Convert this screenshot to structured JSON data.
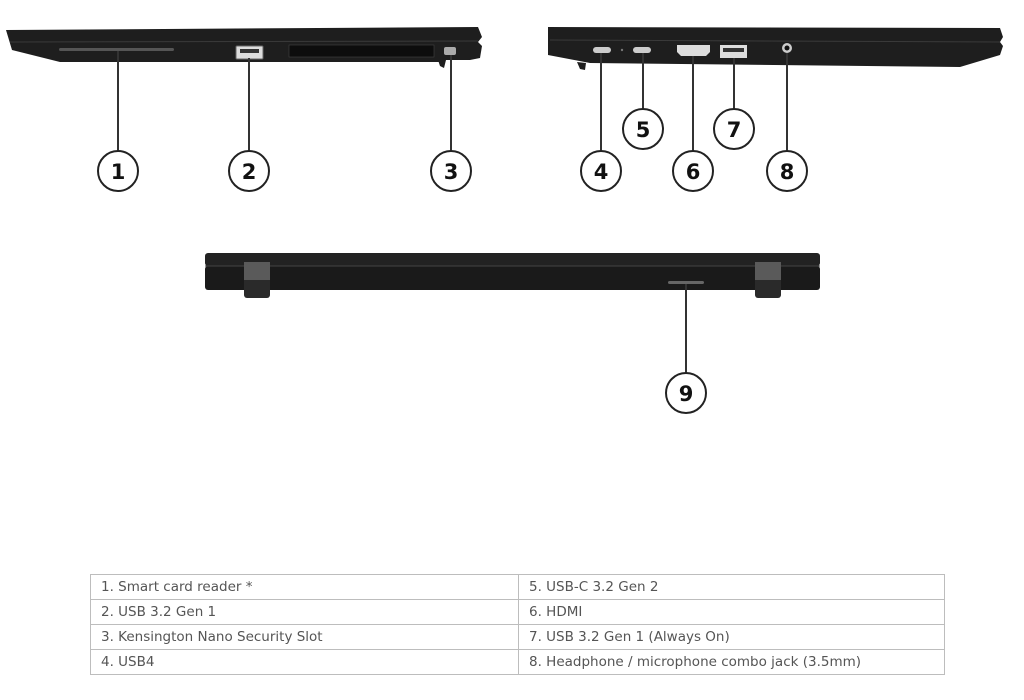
{
  "views": {
    "left_side": {
      "callouts": [
        "1",
        "2",
        "3"
      ]
    },
    "right_side": {
      "callouts": [
        "4",
        "5",
        "6",
        "7",
        "8"
      ]
    },
    "rear": {
      "callouts": [
        "9"
      ]
    }
  },
  "legend": {
    "rows": [
      {
        "left": "1.  Smart card reader *",
        "right": "5.  USB-C 3.2 Gen 2"
      },
      {
        "left": "2.  USB 3.2 Gen 1",
        "right": "6.  HDMI"
      },
      {
        "left": "3.  Kensington Nano Security Slot",
        "right": "7.  USB 3.2 Gen 1 (Always On)"
      },
      {
        "left": "4.  USB4",
        "right": "8.  Headphone / microphone combo jack (3.5mm)"
      }
    ]
  },
  "colors": {
    "chassis": "#1c1c1c",
    "callout_stroke": "#222222",
    "table_border": "#bdbdbd",
    "text": "#555555"
  }
}
